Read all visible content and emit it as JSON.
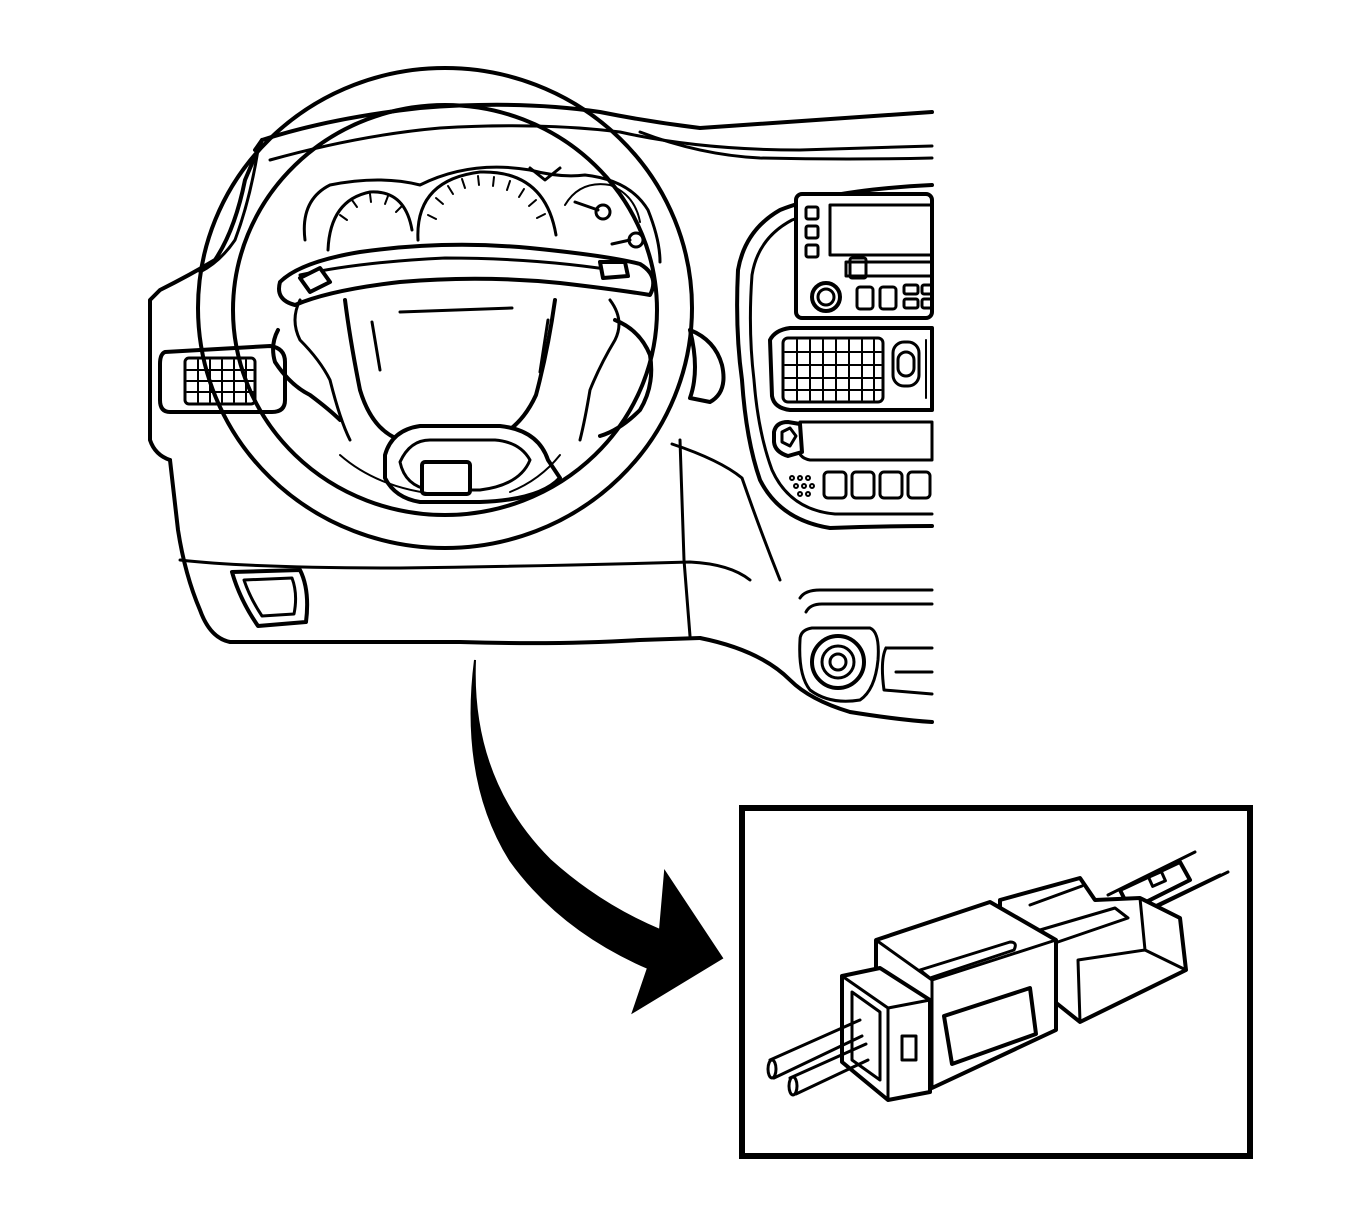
{
  "figure": {
    "kind": "technical-illustration",
    "subject": "steering-wheel-and-dashboard-with-connector-inset",
    "parts": [
      "dashboard",
      "steering-wheel",
      "instrument-cluster",
      "radio-head-unit",
      "center-air-vent",
      "left-air-vent",
      "climate-control-panel",
      "lower-knee-bolster",
      "callout-arrow",
      "connector-inset"
    ],
    "colors": {
      "line": "#000000",
      "background": "#ffffff"
    }
  }
}
